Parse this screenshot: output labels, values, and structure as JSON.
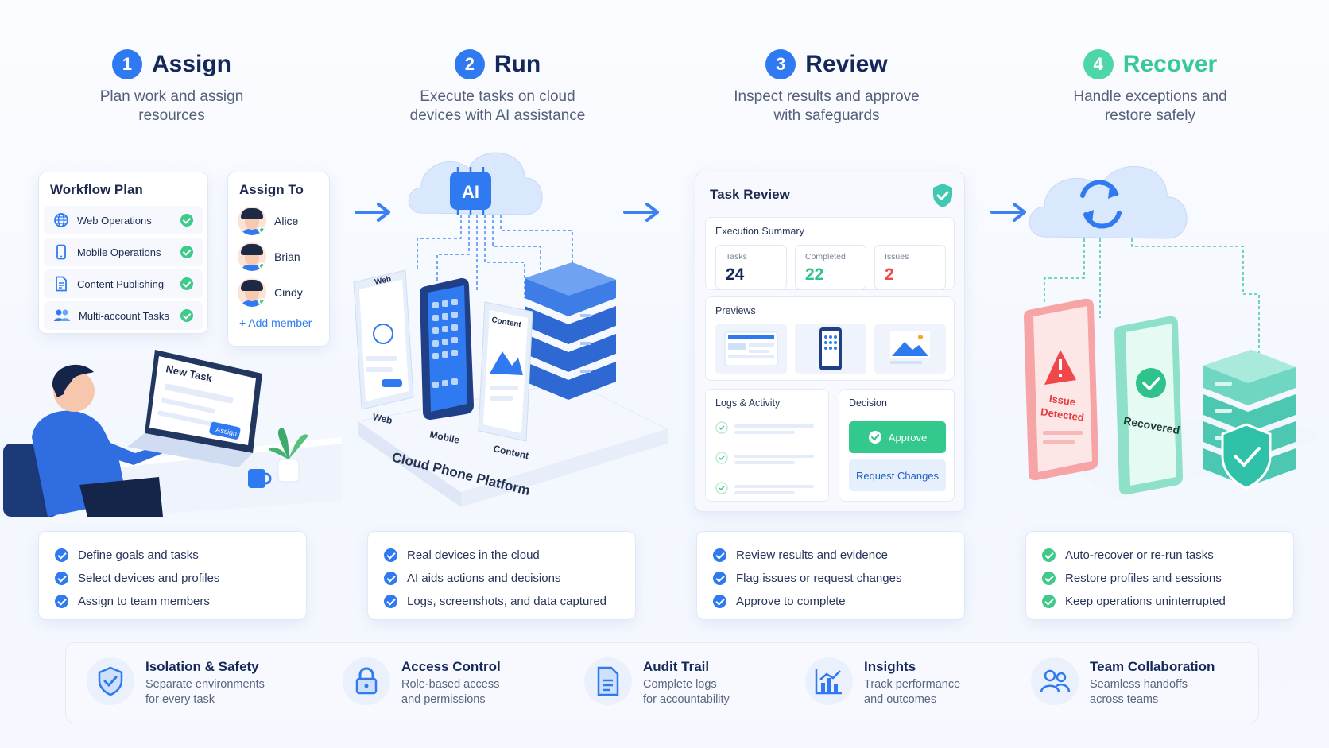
{
  "steps": [
    {
      "num": "1",
      "title": "Assign",
      "subtitle": "Plan work and assign\nresources"
    },
    {
      "num": "2",
      "title": "Run",
      "subtitle": "Execute tasks on cloud\ndevices with AI assistance"
    },
    {
      "num": "3",
      "title": "Review",
      "subtitle": "Inspect results and approve\nwith safeguards"
    },
    {
      "num": "4",
      "title": "Recover",
      "subtitle": "Handle exceptions and\nrestore safely"
    }
  ],
  "assign": {
    "workflow_title": "Workflow Plan",
    "workflow_items": [
      "Web Operations",
      "Mobile Operations",
      "Content Publishing",
      "Multi-account Tasks"
    ],
    "assign_title": "Assign To",
    "members": [
      "Alice",
      "Brian",
      "Cindy"
    ],
    "add_member": "+ Add member",
    "laptop_title": "New Task",
    "laptop_button": "Assign"
  },
  "run": {
    "cloud_label": "AI",
    "devices": [
      "Web",
      "Mobile",
      "Content"
    ],
    "screen_labels": [
      "Web",
      "Content"
    ],
    "platform_label": "Cloud Phone Platform"
  },
  "review": {
    "panel_title": "Task Review",
    "summary_title": "Execution Summary",
    "stats": [
      {
        "label": "Tasks",
        "value": "24"
      },
      {
        "label": "Completed",
        "value": "22"
      },
      {
        "label": "Issues",
        "value": "2"
      }
    ],
    "previews_title": "Previews",
    "logs_title": "Logs & Activity",
    "decision_title": "Decision",
    "approve_label": "Approve",
    "request_label": "Request Changes"
  },
  "recover": {
    "issue_label": "Issue\nDetected",
    "recovered_label": "Recovered"
  },
  "bullets": [
    [
      "Define goals and tasks",
      "Select devices and profiles",
      "Assign to team members"
    ],
    [
      "Real devices in the cloud",
      "AI aids actions and decisions",
      "Logs, screenshots, and data captured"
    ],
    [
      "Review results and evidence",
      "Flag issues or request changes",
      "Approve to complete"
    ],
    [
      "Auto-recover or re-run tasks",
      "Restore profiles and sessions",
      "Keep operations uninterrupted"
    ]
  ],
  "features": [
    {
      "icon": "shield-icon",
      "title": "Isolation & Safety",
      "desc": "Separate environments\nfor every task"
    },
    {
      "icon": "lock-icon",
      "title": "Access Control",
      "desc": "Role-based access\nand permissions"
    },
    {
      "icon": "document-icon",
      "title": "Audit Trail",
      "desc": "Complete logs\nfor accountability"
    },
    {
      "icon": "chart-icon",
      "title": "Insights",
      "desc": "Track performance\nand outcomes"
    },
    {
      "icon": "team-icon",
      "title": "Team Collaboration",
      "desc": "Seamless handoffs\nacross teams"
    }
  ],
  "colors": {
    "primary": "#2f7af0",
    "green": "#3fc98a",
    "red": "#f0474a",
    "navy": "#15285a"
  }
}
